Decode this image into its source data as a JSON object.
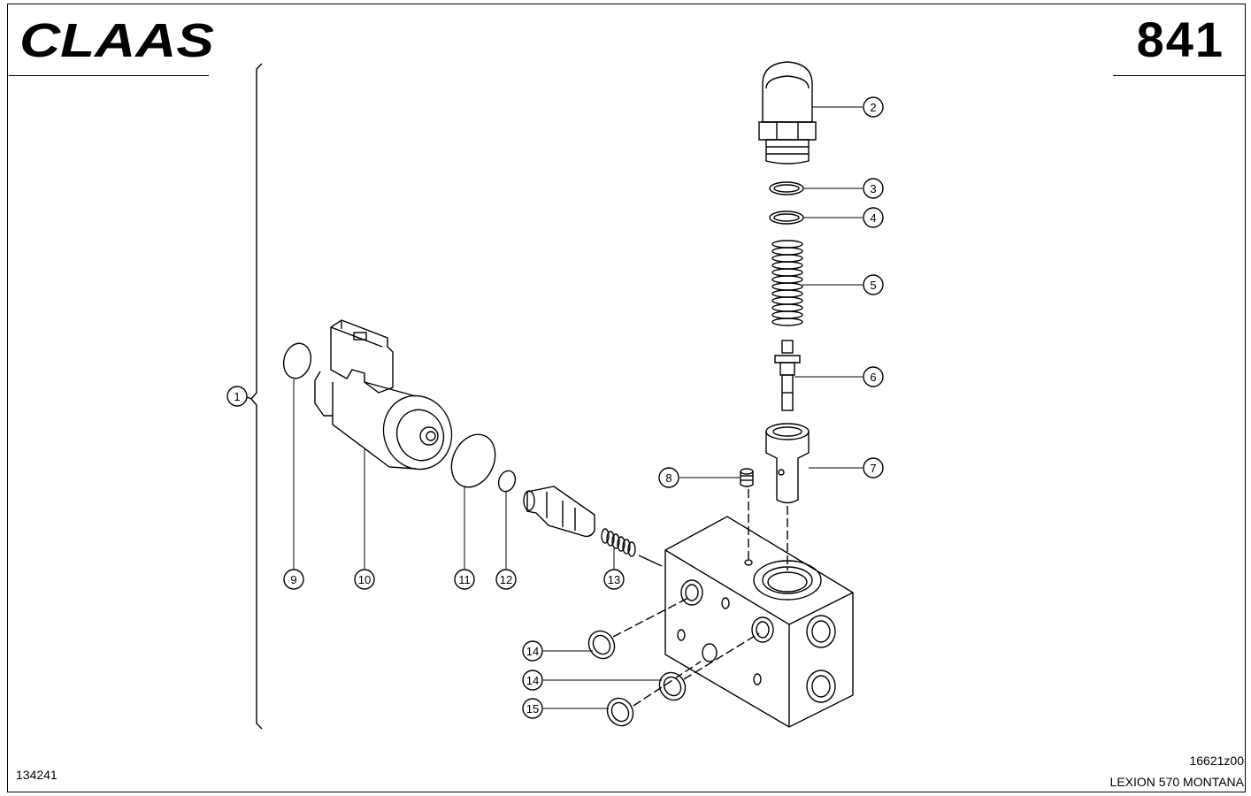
{
  "header": {
    "logo_text": "CLAAS",
    "page_number": "841"
  },
  "footer": {
    "doc_number": "134241",
    "drawing_code": "16621z00",
    "model": "LEXION 570 MONTANA"
  },
  "diagram": {
    "callouts": [
      "1",
      "2",
      "3",
      "4",
      "5",
      "6",
      "7",
      "8",
      "9",
      "10",
      "11",
      "12",
      "13",
      "14",
      "14",
      "15"
    ]
  },
  "colors": {
    "ink": "#000000",
    "paper": "#ffffff"
  }
}
